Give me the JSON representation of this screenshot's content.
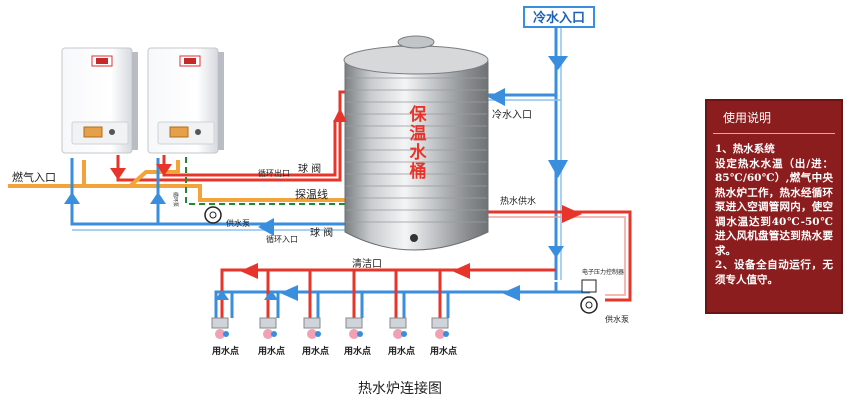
{
  "caption": "热水炉连接图",
  "labels": {
    "cold_inlet_top": "冷水入口",
    "cold_inlet_tank": "冷水入口",
    "gas_inlet": "燃气入口",
    "circulation_out": "循环出口",
    "ball_valve_top": "球 阀",
    "probe_line": "探温线",
    "circulation_in": "循环入口",
    "ball_valve_bottom": "球 阀",
    "supply_pump_left": "供水泵",
    "clean_out": "清洁口",
    "hot_supply": "热水供水",
    "pressure_controller": "电子压力控制器",
    "supply_pump_right": "供水泵",
    "boiler_pump_tag": "循环泵",
    "tank_name": "保温水桶",
    "use_points": [
      "用水点",
      "用水点",
      "用水点",
      "用水点",
      "用水点",
      "用水点"
    ]
  },
  "instructions": {
    "title": "使用说明",
    "body": "1、热水系统\n设定热水水温（出/进：85℃/60℃）,燃气中央热水炉工作，热水经循环泵进入空调管网内，使空调水温达到40℃-50℃进入风机盘管达到热水要求。\n2、设备全自动运行，无须专人值守。"
  },
  "colors": {
    "hot_pipe": "#e8352b",
    "cold_pipe": "#3a8ede",
    "gas_pipe": "#f2a33a",
    "probe_line": "#1f8a2f",
    "panel_bg": "#8b1d1f"
  }
}
